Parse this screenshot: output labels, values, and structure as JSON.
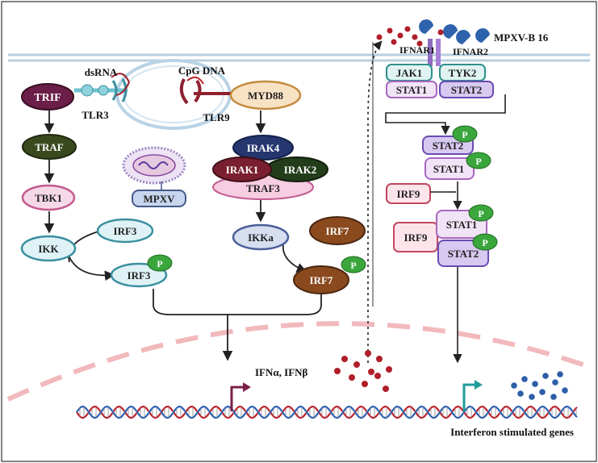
{
  "labels": {
    "dsrna": "dsRNA",
    "cpg_dna": "CpG DNA",
    "tlr3": "TLR3",
    "tlr9": "TLR9",
    "trif": "TRIF",
    "myd88": "MYD88",
    "traf": "TRAF",
    "tbk1": "TBK1",
    "ikk": "IKK",
    "irf3_top": "IRF3",
    "irf3_bottom": "IRF3",
    "mpxv": "MPXV",
    "irak4": "IRAK4",
    "irak1": "IRAK1",
    "irak2": "IRAK2",
    "traf3": "TRAF3",
    "ikka": "IKKa",
    "irf7_top": "IRF7",
    "irf7_bottom": "IRF7",
    "p": "P",
    "ifnar1": "IFNAR1",
    "ifnar2": "IFNAR2",
    "mpxv_b16": "MPXV-B 16",
    "jak1": "JAK1",
    "tyk2": "TYK2",
    "stat1": "STAT1",
    "stat2": "STAT2",
    "irf9": "IRF9",
    "ifn": "IFNα, IFNβ",
    "isg": "Interferon stimulated genes"
  },
  "colors": {
    "membrane": "#b9cfe0",
    "trif": "#6b1e47",
    "traf": "#3b4a1e",
    "tbk1_fill": "#f6d9e8",
    "tbk1_stroke": "#c25a8e",
    "ikk_fill": "#dff2f5",
    "ikk_stroke": "#3a8fa0",
    "myd88_fill": "#f8e2c4",
    "myd88_stroke": "#c48a3c",
    "irak4": "#26366f",
    "irak1": "#7a1f30",
    "irak2": "#233d1a",
    "traf3_fill": "#f7cde1",
    "traf3_stroke": "#c35e93",
    "ikka_fill": "#d6def0",
    "ikka_stroke": "#4a5f99",
    "irf7": "#8a4a1e",
    "phospho": "#3aa63c",
    "stat_purple_fill": "#d8c9f1",
    "stat_purple_stroke": "#6b4bb3",
    "stat_light_fill": "#f2e4f7",
    "stat_light_stroke": "#a866c0",
    "irf9_fill": "#fde4ea",
    "irf9_stroke": "#c0475e",
    "jak_fill": "#dff3f2",
    "jak_stroke": "#2f8f8b",
    "nucleus_dash": "#f2b9bd",
    "ifn_dots": "#b01e2a",
    "isg_dots": "#2d5fa8",
    "dna_red": "#c0202a",
    "dna_blue": "#2a5fb5"
  }
}
